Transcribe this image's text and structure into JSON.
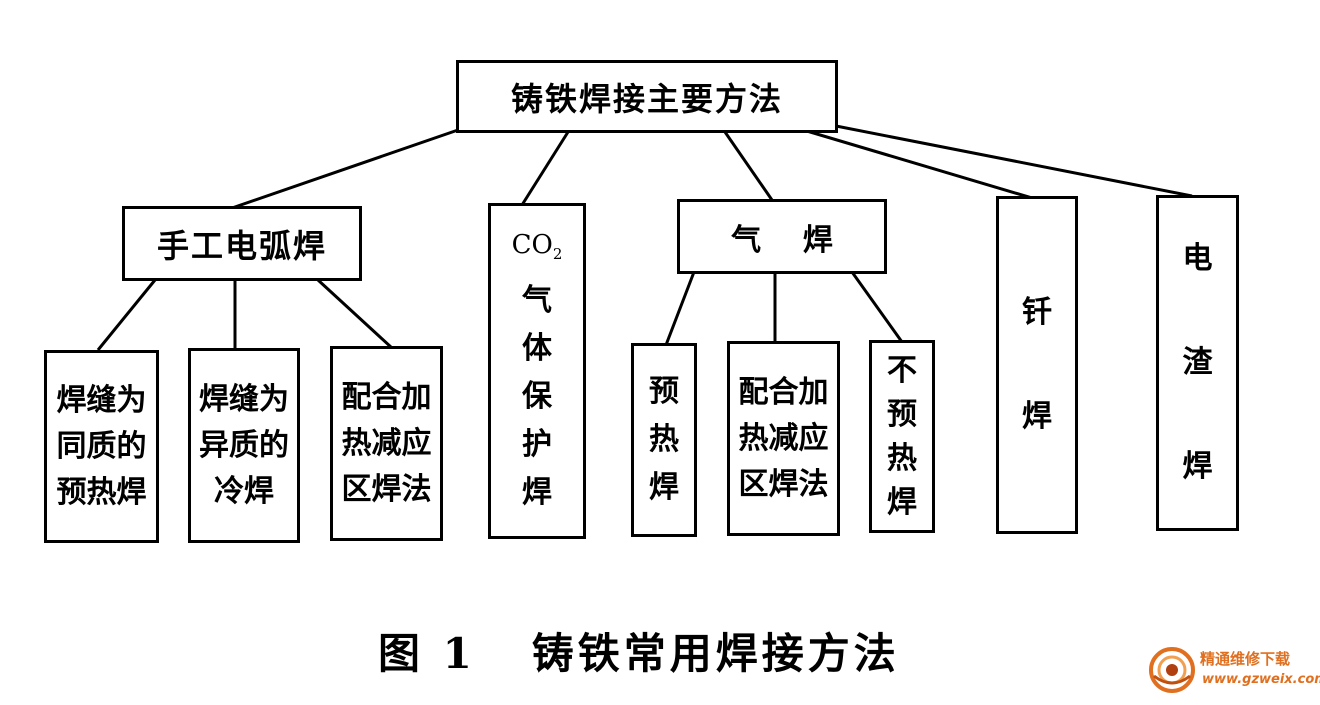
{
  "diagram": {
    "root": {
      "label": "铸铁焊接主要方法"
    },
    "manual_arc": {
      "label": "手工电弧焊",
      "children": [
        {
          "label": "焊缝为\n同质的\n预热焊"
        },
        {
          "label": "焊缝为\n异质的\n冷焊"
        },
        {
          "label": "配合加\n热减应\n区焊法"
        }
      ]
    },
    "co2": {
      "chem_main": "CO",
      "chem_sub": "2",
      "label": "气\n体\n保\n护\n焊"
    },
    "gas": {
      "label": "气    焊",
      "children": [
        {
          "label": "预\n热\n焊"
        },
        {
          "label": "配合加\n热减应\n区焊法"
        },
        {
          "label": "不\n预\n热\n焊"
        }
      ]
    },
    "brazing": {
      "label": "钎\n\n焊"
    },
    "electroslag": {
      "label": "电\n\n渣\n\n焊"
    }
  },
  "caption": "图 1   铸铁常用焊接方法",
  "watermark": {
    "title": "精通维修下载",
    "url": "www.gzweix.com"
  },
  "colors": {
    "line": "#000000",
    "watermark": "#e07020"
  }
}
